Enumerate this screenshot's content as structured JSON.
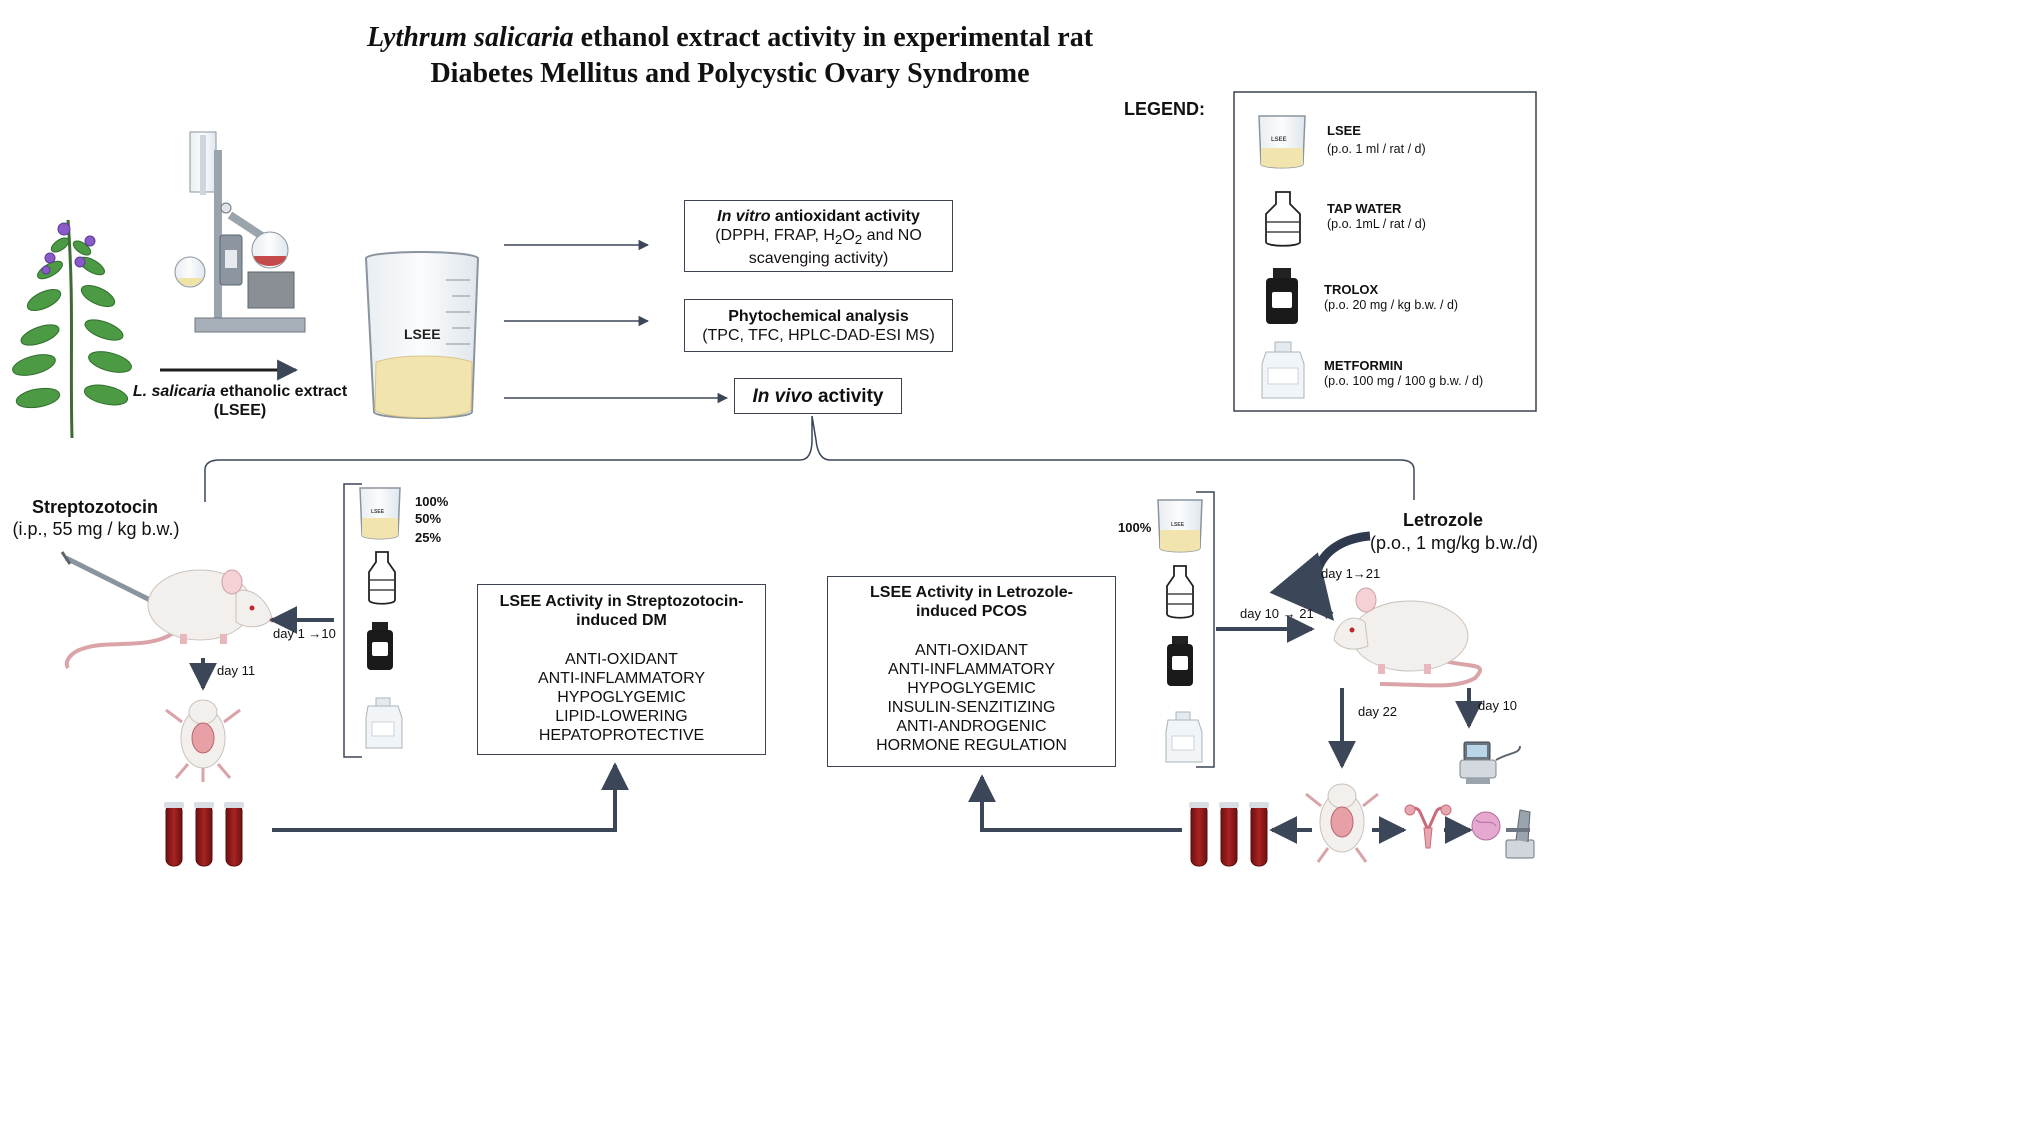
{
  "title": {
    "line1_italic": "Lythrum salicaria",
    "line1_rest": " ethanol extract activity in experimental rat",
    "line2": "Diabetes Mellitus and Polycystic Ovary Syndrome"
  },
  "extract": {
    "caption_italic": "L. salicaria",
    "caption_rest": " ethanolic extract",
    "caption_abbr": "(LSEE)",
    "beaker_label": "LSEE"
  },
  "analyses": {
    "in_vitro": {
      "heading_italic": "In vitro",
      "heading_rest": " antioxidant activity",
      "line2_pre": "(DPPH, FRAP, H",
      "sub2a": "2",
      "o": "O",
      "sub2b": "2",
      "line2_post": " and NO",
      "line3": "scavenging activity)"
    },
    "phytochemical": {
      "heading": "Phytochemical analysis",
      "detail": "(TPC, TFC, HPLC-DAD-ESI MS)"
    },
    "in_vivo": {
      "heading_italic": "In vivo",
      "heading_rest": " activity"
    }
  },
  "legend": {
    "heading": "LEGEND:",
    "items": [
      {
        "name": "LSEE",
        "dose": "(p.o. 1 ml / rat / d)",
        "icon": "beaker-icon",
        "icon_text": "LSEE"
      },
      {
        "name": "TAP WATER",
        "dose": "(p.o. 1mL / rat / d)",
        "icon": "water-bottle-icon"
      },
      {
        "name": "TROLOX",
        "dose": "(p.o. 20 mg / kg b.w. / d)",
        "icon": "dark-vial-icon"
      },
      {
        "name": "METFORMIN",
        "dose": "(p.o. 100 mg / 100 g b.w. / d)",
        "icon": "white-bottle-icon"
      }
    ]
  },
  "dm_model": {
    "inducer": "Streptozotocin",
    "dose": "(i.p., 55 mg / kg  b.w.)",
    "treatment_days": "day 1 →10",
    "sacrifice_day": "day 11",
    "lsee_doses": [
      "100%",
      "50%",
      "25%"
    ],
    "beaker_label": "LSEE",
    "result_box": {
      "heading_line1": "LSEE Activity in Streptozotocin-",
      "heading_line2": "induced DM",
      "effects": [
        "ANTI-OXIDANT",
        "ANTI-INFLAMMATORY",
        "HYPOGLYGEMIC",
        "LIPID-LOWERING",
        "HEPATOPROTECTIVE"
      ]
    }
  },
  "pcos_model": {
    "inducer": "Letrozole",
    "dose": "(p.o., 1 mg/kg b.w./d)",
    "induction_days": "day 1→21",
    "treatment_days": "day 10 → 21",
    "sacrifice_day": "day 22",
    "ultrasound_day": "day 10",
    "lsee_dose": "100%",
    "beaker_label": "LSEE",
    "result_box": {
      "heading_line1": "LSEE Activity in Letrozole-",
      "heading_line2": "induced PCOS",
      "effects": [
        "ANTI-OXIDANT",
        "ANTI-INFLAMMATORY",
        "HYPOGLYGEMIC",
        "INSULIN-SENZITIZING",
        "ANTI-ANDROGENIC",
        "HORMONE REGULATION"
      ]
    }
  },
  "colors": {
    "arrow": "#3b4659",
    "box_border": "#3b4250",
    "blood": "#9c1c1c",
    "extract_liquid": "#f2e4ae",
    "plant_green": "#3f8a3a",
    "flower": "#8a5ac8"
  }
}
